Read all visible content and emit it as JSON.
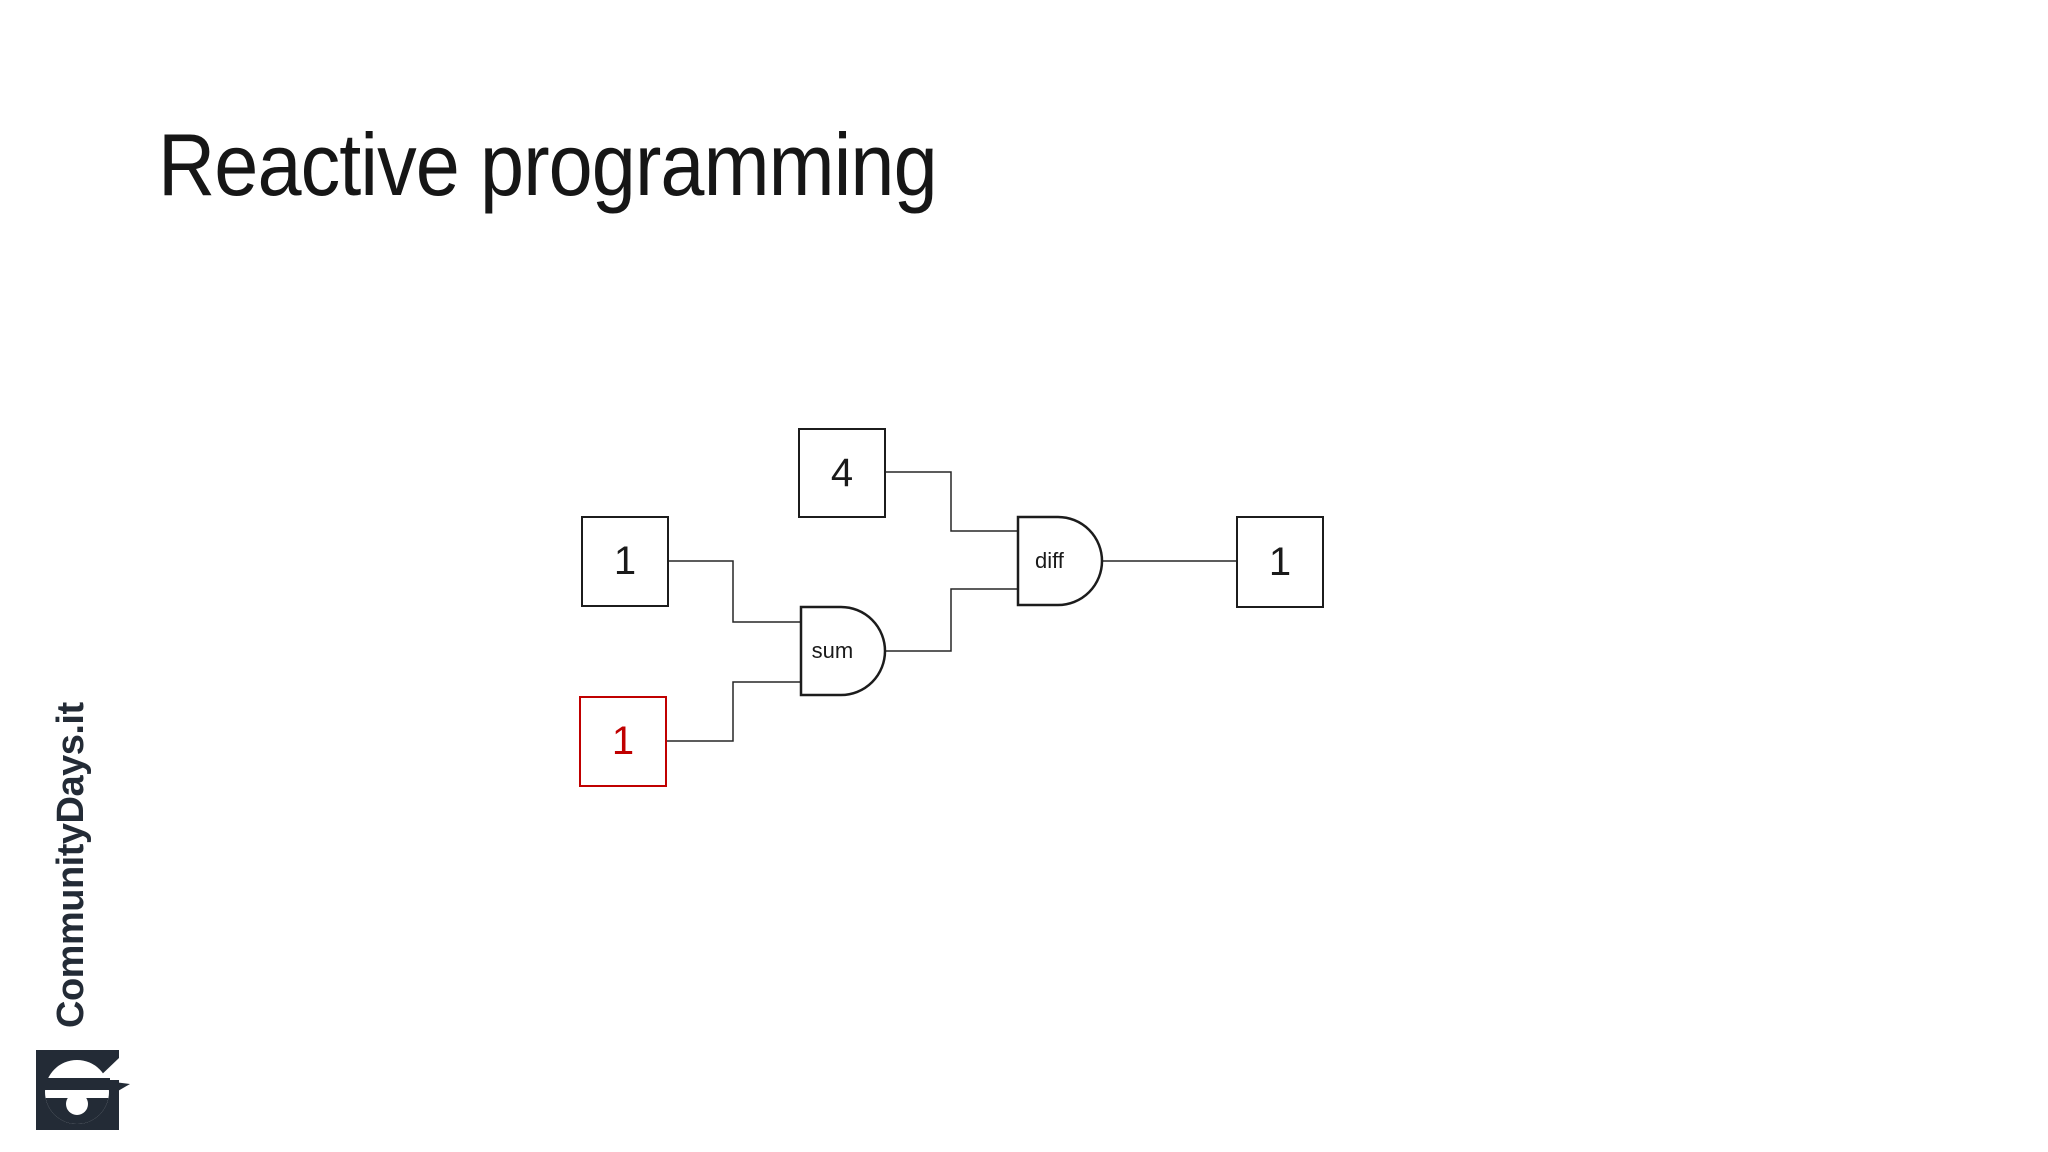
{
  "slide": {
    "title": "Reactive programming"
  },
  "diagram": {
    "inputs": [
      {
        "id": "top",
        "label": "4",
        "highlighted": false
      },
      {
        "id": "middle",
        "label": "1",
        "highlighted": false
      },
      {
        "id": "bottom",
        "label": "1",
        "highlighted": true
      }
    ],
    "gates": [
      {
        "id": "sum",
        "label": "sum"
      },
      {
        "id": "diff",
        "label": "diff"
      }
    ],
    "output": {
      "label": "1"
    },
    "colors": {
      "node_border": "#1c1c1c",
      "highlight_red": "#c00000",
      "wire": "#262626"
    }
  },
  "branding": {
    "logo_text": "CommunityDays.it",
    "logo_color": "#232b36"
  }
}
